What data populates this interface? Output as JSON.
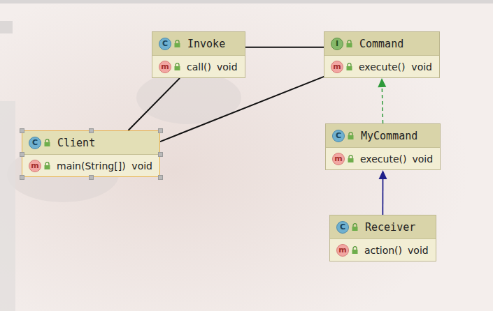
{
  "diagram": {
    "nodes": [
      {
        "text": [
          "C",
          "Invoke",
          "m",
          "call()",
          "void"
        ]
      },
      {
        "text": [
          "I",
          "Command",
          "m",
          "execute()",
          "void"
        ]
      },
      {
        "text": [
          "C",
          "Client",
          "m",
          "main(String[])",
          "void"
        ]
      },
      {
        "text": [
          "C",
          "MyCommand",
          "m",
          "execute()",
          "void"
        ]
      },
      {
        "text": [
          "C",
          "Receiver",
          "m",
          "action()",
          "void"
        ]
      }
    ],
    "edges": [
      {
        "from": 0,
        "to": 1,
        "arrow": "none"
      },
      {
        "from": 0,
        "to": 2,
        "arrow": "none"
      },
      {
        "from": 2,
        "to": 1,
        "arrow": "none"
      },
      {
        "from": 3,
        "to": 1,
        "arrow": "to"
      },
      {
        "from": 4,
        "to": 3,
        "arrow": "to"
      }
    ]
  }
}
